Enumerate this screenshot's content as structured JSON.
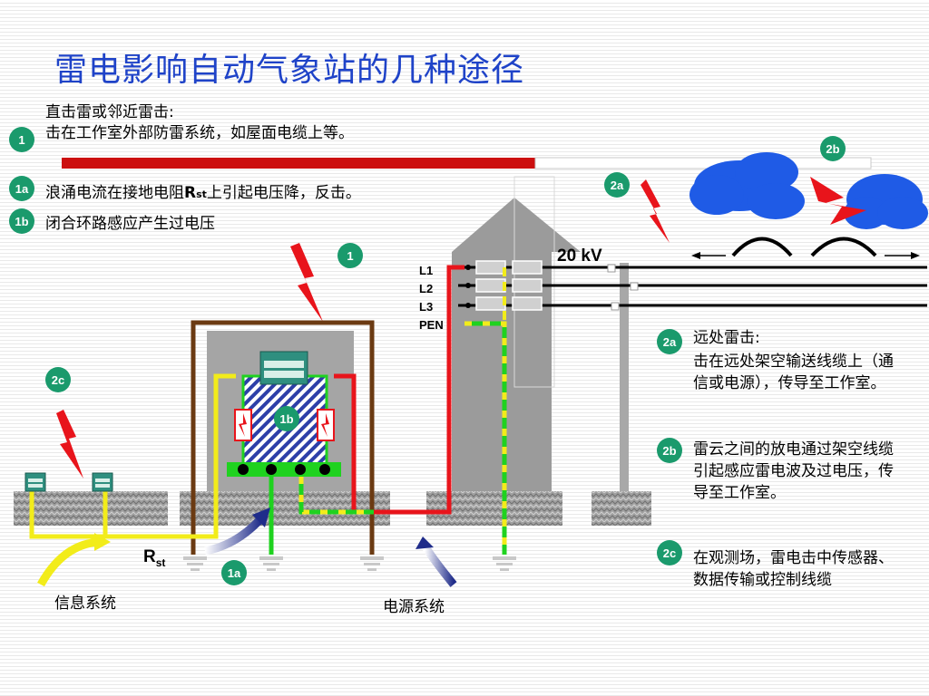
{
  "title": "雷电影响自动气象站的几种途径",
  "notes": {
    "n1_line1": "直击雷或邻近雷击:",
    "n1_line2": "击在工作室外部防雷系统，如屋面电缆上等。",
    "n1a_pre": "浪涌电流在接地电阻",
    "n1a_r": "R",
    "n1a_sub": "st",
    "n1a_post": "上引起电压降，反击。",
    "n1b": "闭合环路感应产生过电压"
  },
  "badges": {
    "b1": "1",
    "b1a": "1a",
    "b1b": "1b",
    "b2a": "2a",
    "b2b": "2b",
    "b2c": "2c"
  },
  "diagram": {
    "voltage": "20 kV",
    "phases": [
      "L1",
      "L2",
      "L3",
      "PEN"
    ],
    "rst_r": "R",
    "rst_sub": "st",
    "info_system": "信息系统",
    "power_system": "电源系统"
  },
  "side": {
    "s2a_line1": "远处雷击:",
    "s2a_text": "击在远处架空输送线缆上（通信或电源），传导至工作室。",
    "s2b_text": "雷云之间的放电通过架空线缆引起感应雷电波及过电压，传导至工作室。",
    "s2c_text": "在观测场，雷电击中传感器、数据传输或控制线缆"
  },
  "colors": {
    "title": "#1f43c8",
    "badge": "#1a9a6c",
    "lightning": "#e8141b",
    "cable_yellow": "#f2ec1a",
    "cable_red": "#e8141b",
    "cable_green": "#1fd21f",
    "earth_brown": "#6b3a12",
    "cloud": "#1f5be6",
    "ground": "#9a9a9a",
    "header_bar": "#cc1010"
  },
  "icons": [
    "lightning-bolt-icon",
    "cloud-icon",
    "arrow-icon",
    "computer-icon",
    "surge-protector-icon",
    "ground-symbol-icon"
  ]
}
